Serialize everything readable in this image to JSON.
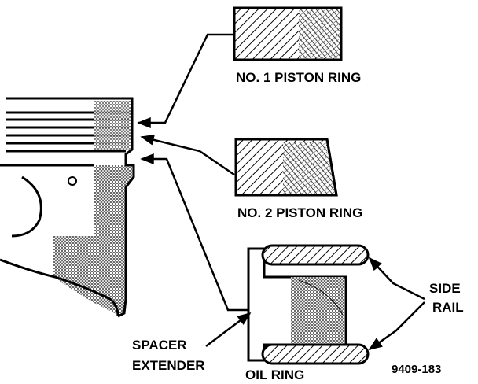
{
  "labels": {
    "ring1": "NO. 1 PISTON RING",
    "ring2": "NO. 2 PISTON RING",
    "oil_ring": "OIL RING",
    "side_rail_line1": "SIDE",
    "side_rail_line2": "RAIL",
    "spacer_line1": "SPACER",
    "spacer_line2": "EXTENDER",
    "figure_number": "9409-183"
  },
  "colors": {
    "ink": "#000000",
    "paper": "#ffffff"
  }
}
